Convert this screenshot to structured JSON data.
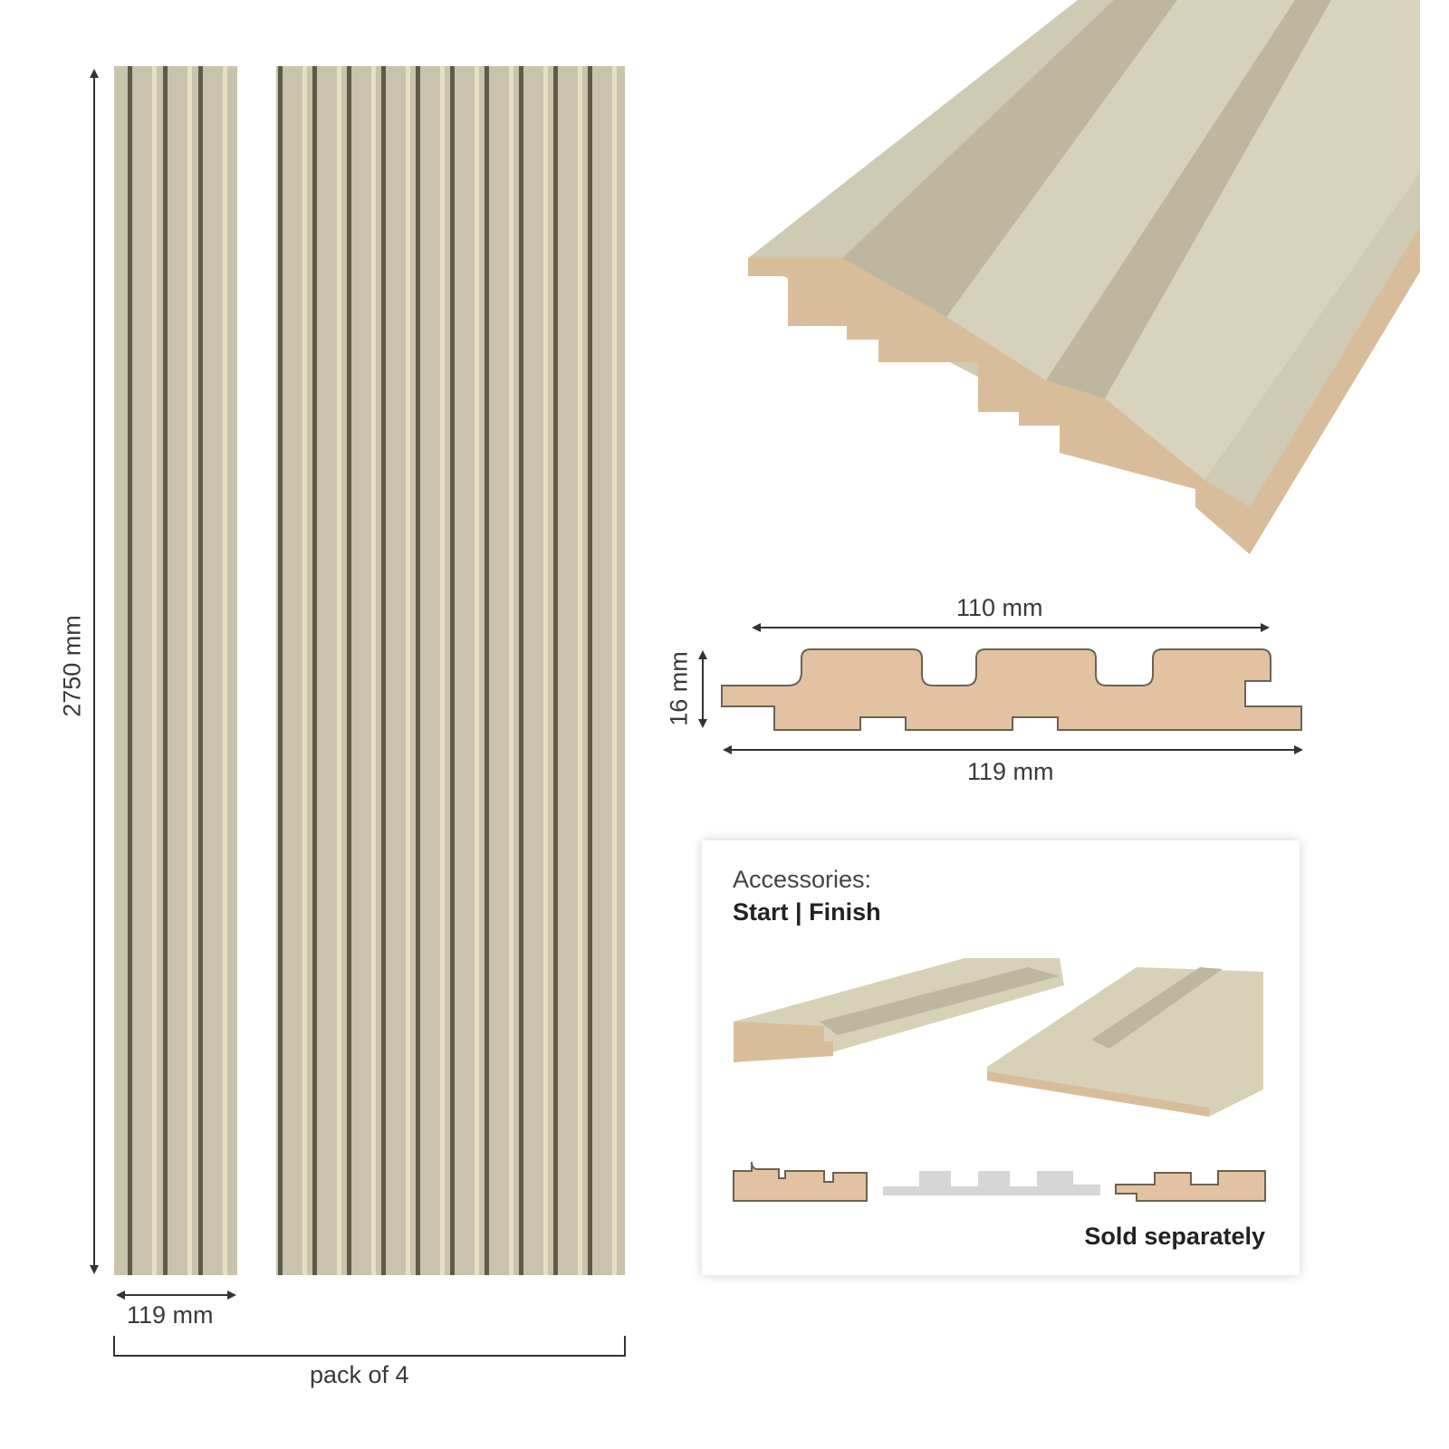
{
  "dimensions": {
    "height": "2750 mm",
    "panel_width": "119 mm",
    "pack": "pack of 4",
    "visible_width": "110 mm",
    "thickness": "16 mm",
    "total_width": "119 mm"
  },
  "accessories": {
    "title": "Accessories:",
    "start": "Start",
    "separator": "|",
    "finish": "Finish",
    "note": "Sold separately"
  },
  "colors": {
    "panel_face": "#c9c3ad",
    "groove_dark": "#5e5a48",
    "groove_light": "#e6dfc2",
    "mdf_core": "#e2c2a0",
    "profile_gray": "#d6d6d6"
  }
}
